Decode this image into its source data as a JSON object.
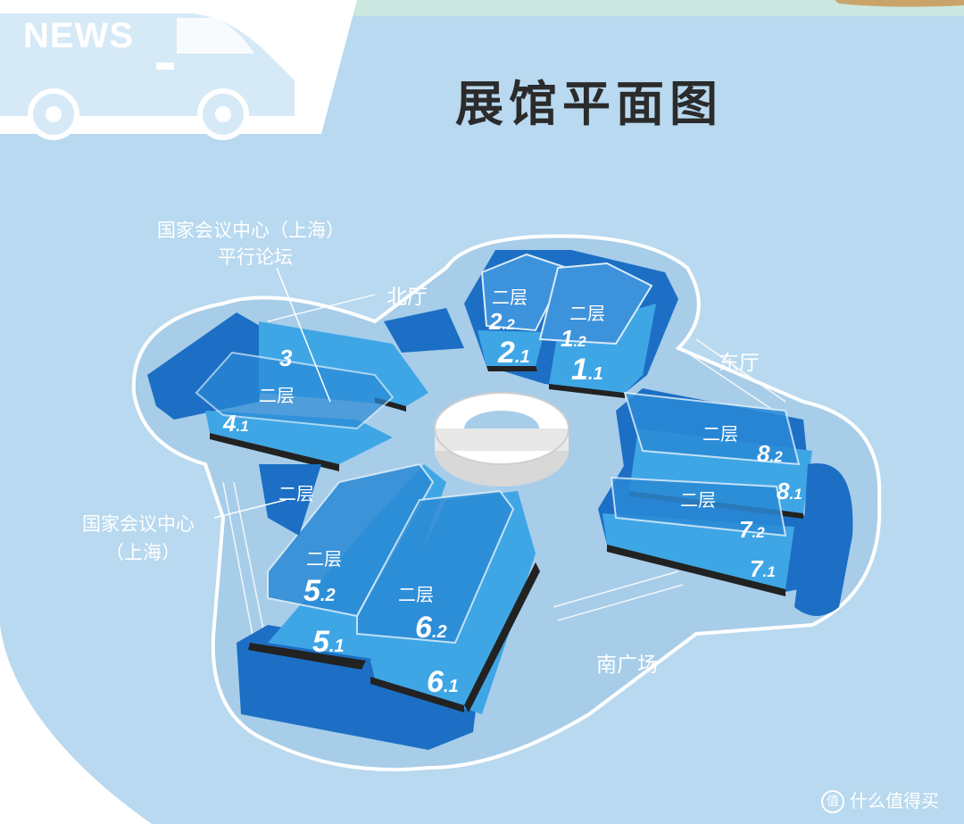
{
  "header": {
    "news_text": "NEWS",
    "title": "展馆平面图"
  },
  "areas": {
    "north": "北厅",
    "east": "东厅",
    "south": "南广场",
    "forum": [
      "国家会议中心（上海）",
      "平行论坛"
    ],
    "center": [
      "国家会议中心",
      "（上海）"
    ]
  },
  "floor_label": "二层",
  "halls": {
    "h2_2": {
      "big": "2",
      "small": ".2"
    },
    "h1_2": {
      "big": "1",
      "small": ".2"
    },
    "h2_1": {
      "big": "2",
      "small": ".1"
    },
    "h1_1": {
      "big": "1",
      "small": ".1"
    },
    "h3": {
      "big": "3",
      "small": ""
    },
    "h4_1": {
      "big": "4",
      "small": ".1"
    },
    "h8_2": {
      "big": "8",
      "small": ".2"
    },
    "h8_1": {
      "big": "8",
      "small": ".1"
    },
    "h7_2": {
      "big": "7",
      "small": ".2"
    },
    "h7_1": {
      "big": "7",
      "small": ".1"
    },
    "h5_2": {
      "big": "5",
      "small": ".2"
    },
    "h6_2": {
      "big": "6",
      "small": ".2"
    },
    "h5_1": {
      "big": "5",
      "small": ".1"
    },
    "h6_1": {
      "big": "6",
      "small": ".1"
    }
  },
  "watermark": {
    "icon": "值",
    "text": "什么值得买"
  },
  "colors": {
    "background": "#b8d9ef",
    "dark_blue": "#1c6fc4",
    "light_blue": "#3fa6e6",
    "mid_blue": "#2a8ad6"
  }
}
